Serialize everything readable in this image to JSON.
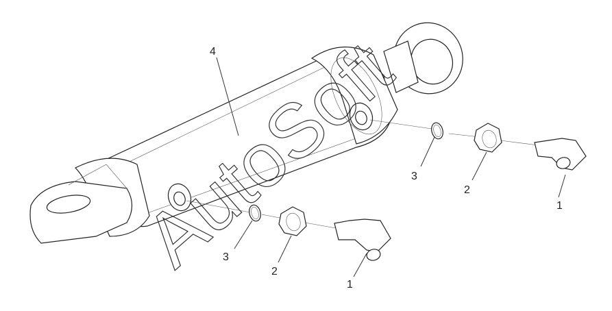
{
  "diagram": {
    "callouts": {
      "body": "4",
      "fitting_right": "1",
      "nut_right": "2",
      "ring_right": "3",
      "fitting_left": "1",
      "nut_left": "2",
      "ring_left": "3"
    },
    "watermark": "AutoSoft"
  }
}
